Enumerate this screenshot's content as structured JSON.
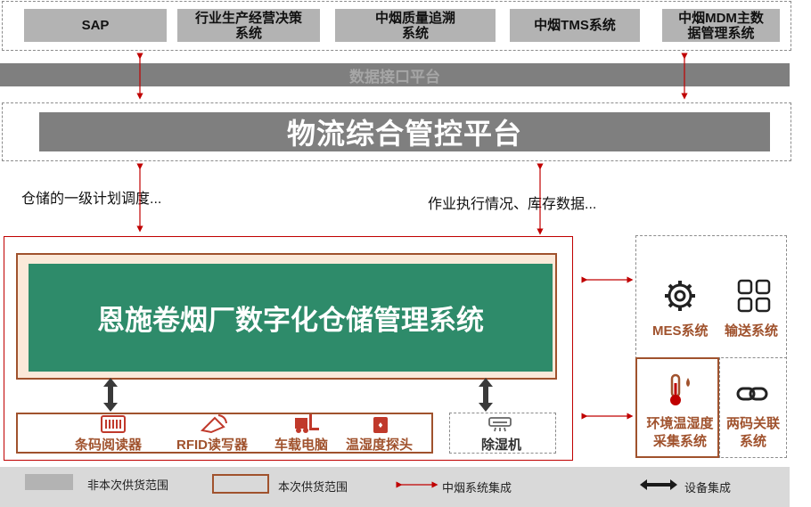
{
  "top_systems": [
    {
      "label": "SAP"
    },
    {
      "label": "行业生产经营决策\n系统"
    },
    {
      "label": "中烟质量追溯\n系统"
    },
    {
      "label": "中烟TMS系统"
    },
    {
      "label": "中烟MDM主数\n据管理系统"
    }
  ],
  "data_interface": {
    "label": "数据接口平台"
  },
  "logistics_platform": {
    "label": "物流综合管控平台"
  },
  "left_flow_label": "仓储的一级计划调度...",
  "right_flow_label": "作业执行情况、库存数据...",
  "main_system": {
    "label": "恩施卷烟厂数字化仓储管理系统"
  },
  "devices": [
    {
      "label": "条码阅读器",
      "icon": "barcode-reader-icon"
    },
    {
      "label": "RFID读写器",
      "icon": "rfid-reader-icon"
    },
    {
      "label": "车载电脑",
      "icon": "forklift-icon"
    },
    {
      "label": "温湿度探头",
      "icon": "humidity-probe-icon"
    }
  ],
  "dehumidifier": {
    "label": "除湿机",
    "icon": "dehumidifier-icon"
  },
  "right_systems": [
    {
      "label": "MES系统",
      "icon": "gear-icon"
    },
    {
      "label": "输送系统",
      "icon": "grid-icon"
    },
    {
      "label": "环境温湿度\n采集系统",
      "icon": "thermometer-icon"
    },
    {
      "label": "两码关联\n系统",
      "icon": "link-icon"
    }
  ],
  "legend": {
    "out_of_scope": "非本次供货范围",
    "in_scope": "本次供货范围",
    "tobacco_integration": "中烟系统集成",
    "device_integration": "设备集成"
  },
  "colors": {
    "green": "#2e8b6a",
    "grey_box": "#b3b3b3",
    "dark_bar": "#7f7f7f",
    "red": "#c00000",
    "brown": "#a0522d"
  }
}
